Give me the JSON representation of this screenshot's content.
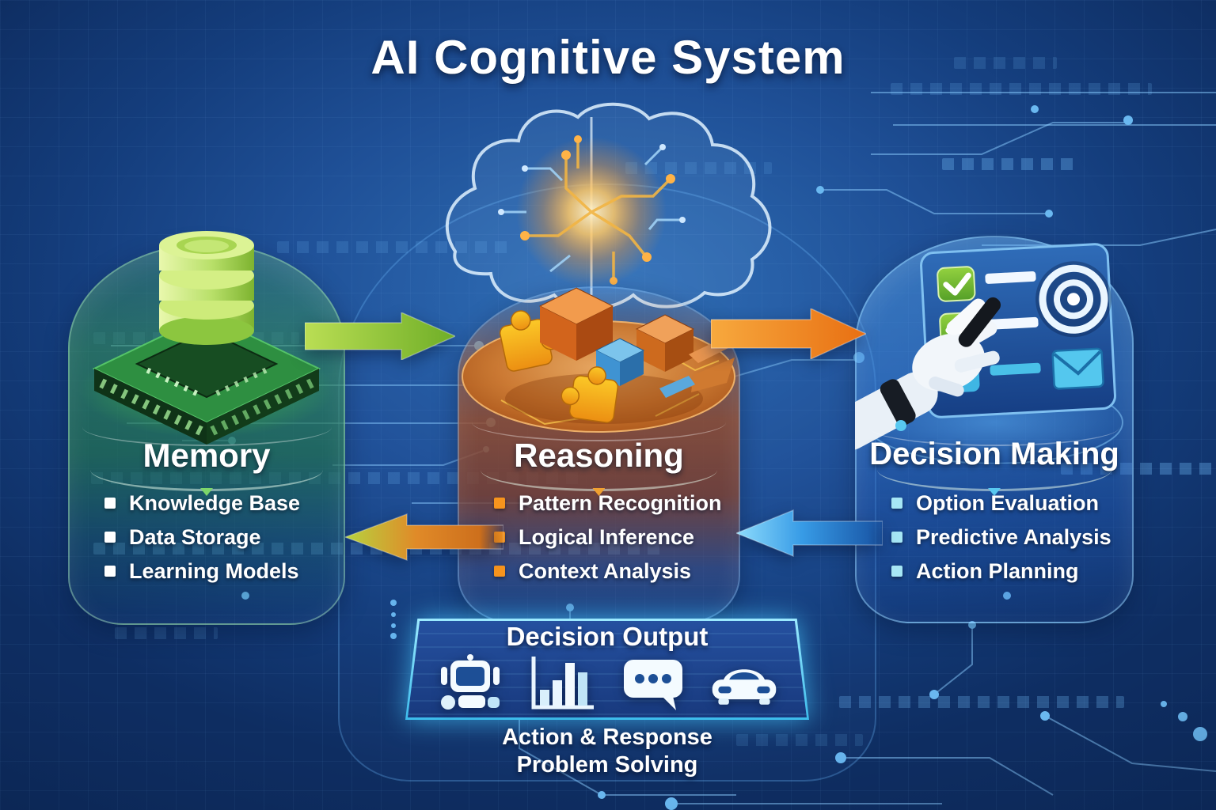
{
  "title": "AI Cognitive System",
  "columns": [
    {
      "title": "Memory",
      "icon": "database-chip-icon",
      "bullet_color": "#ffffff",
      "theme_color": "#3f9e4f",
      "items": [
        "Knowledge Base",
        "Data Storage",
        "Learning Models"
      ]
    },
    {
      "title": "Reasoning",
      "icon": "puzzle-blocks-icon",
      "bullet_color": "#f7941d",
      "theme_color": "#b5611f",
      "items": [
        "Pattern Recognition",
        "Logical Inference",
        "Context Analysis"
      ]
    },
    {
      "title": "Decision Making",
      "icon": "checklist-robot-hand-icon",
      "bullet_color": "#a6e6f5",
      "theme_color": "#2b6cb8",
      "items": [
        "Option Evaluation",
        "Predictive Analysis",
        "Action Planning"
      ]
    }
  ],
  "arrows": [
    {
      "name": "memory-to-reasoning",
      "direction": "right",
      "color": "#8dc63f"
    },
    {
      "name": "reasoning-to-decision",
      "direction": "right",
      "color": "#f08228"
    },
    {
      "name": "reasoning-to-memory-return",
      "direction": "left",
      "color_from": "#e8821e",
      "color_to": "#aace3a"
    },
    {
      "name": "decision-to-reasoning-return",
      "direction": "left",
      "color": "#3fa9f5"
    }
  ],
  "brain": {
    "name": "circuit-brain-illustration"
  },
  "output": {
    "title": "Decision Output",
    "icons": [
      "robot-icon",
      "bar-chart-icon",
      "chat-bubble-icon",
      "car-icon"
    ],
    "lines": [
      "Action & Response",
      "Problem Solving"
    ]
  },
  "colors": {
    "background": "#1f5097",
    "accent_cyan": "#53d8f8",
    "title_text": "#ffffff"
  }
}
